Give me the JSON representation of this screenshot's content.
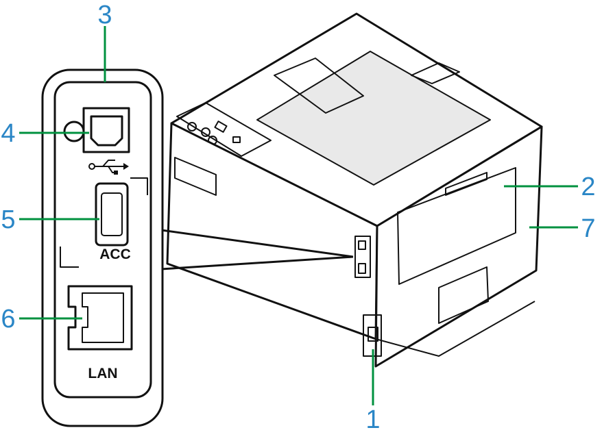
{
  "accent_color": "#00913f",
  "number_color": "#2a86c6",
  "callouts": [
    {
      "id": "1",
      "label": "1"
    },
    {
      "id": "2",
      "label": "2"
    },
    {
      "id": "3",
      "label": "3"
    },
    {
      "id": "4",
      "label": "4"
    },
    {
      "id": "5",
      "label": "5"
    },
    {
      "id": "6",
      "label": "6"
    },
    {
      "id": "7",
      "label": "7"
    }
  ],
  "ports": {
    "acc_label": "ACC",
    "lan_label": "LAN",
    "usb_icon": "usb-symbol"
  }
}
